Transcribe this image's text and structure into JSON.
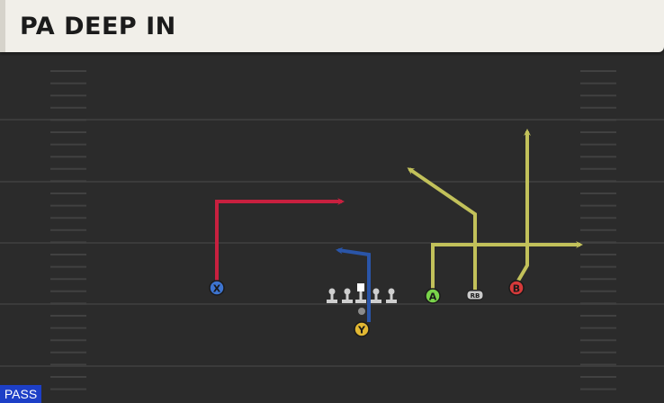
{
  "play": {
    "title": "PA DEEP IN",
    "mode_badge": "PASS"
  },
  "players": {
    "x": "X",
    "y": "Y",
    "a": "A",
    "b": "B",
    "rb": "RB"
  },
  "colors": {
    "field": "#2b2b2b",
    "x_route": "#c8203f",
    "y_route": "#2a55a8",
    "yellow_routes": "#c2c15a",
    "x_receiver": "#3d74d0",
    "y_receiver": "#e2b833",
    "a_receiver": "#79d34a",
    "b_receiver": "#d73a3a",
    "pass_badge": "#1d3fc7"
  },
  "icons": {
    "linemen": "lineman-icon",
    "center": "center-icon",
    "quarterback": "qb-marker-icon"
  }
}
